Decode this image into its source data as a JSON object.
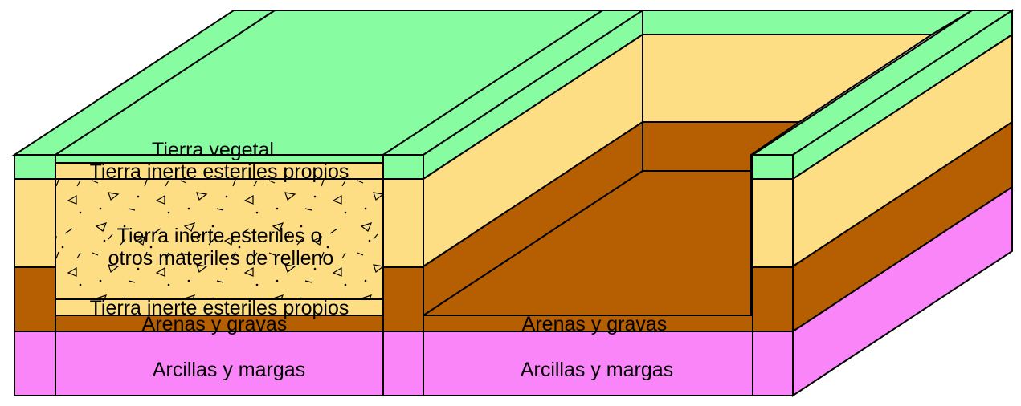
{
  "colors": {
    "tierra_vegetal": "#88FCA0",
    "tierra_inerte": "#FDDE84",
    "arenas_gravas": "#B65E02",
    "arcillas_margas": "#F985F9",
    "outline": "#000000"
  },
  "labels": {
    "tierra_vegetal": "Tierra vegetal",
    "tierra_inerte_top": "Tierra inerte esteriles propios",
    "relleno_line1": "Tierra inerte esteriles o",
    "relleno_line2": "otros materiles de relleno",
    "tierra_inerte_bottom": "Tierra inerte esteriles propios",
    "arenas_left": "Arenas y gravas",
    "arenas_right": "Arenas y gravas",
    "arcillas_left": "Arcillas y margas",
    "arcillas_right": "Arcillas y margas"
  }
}
